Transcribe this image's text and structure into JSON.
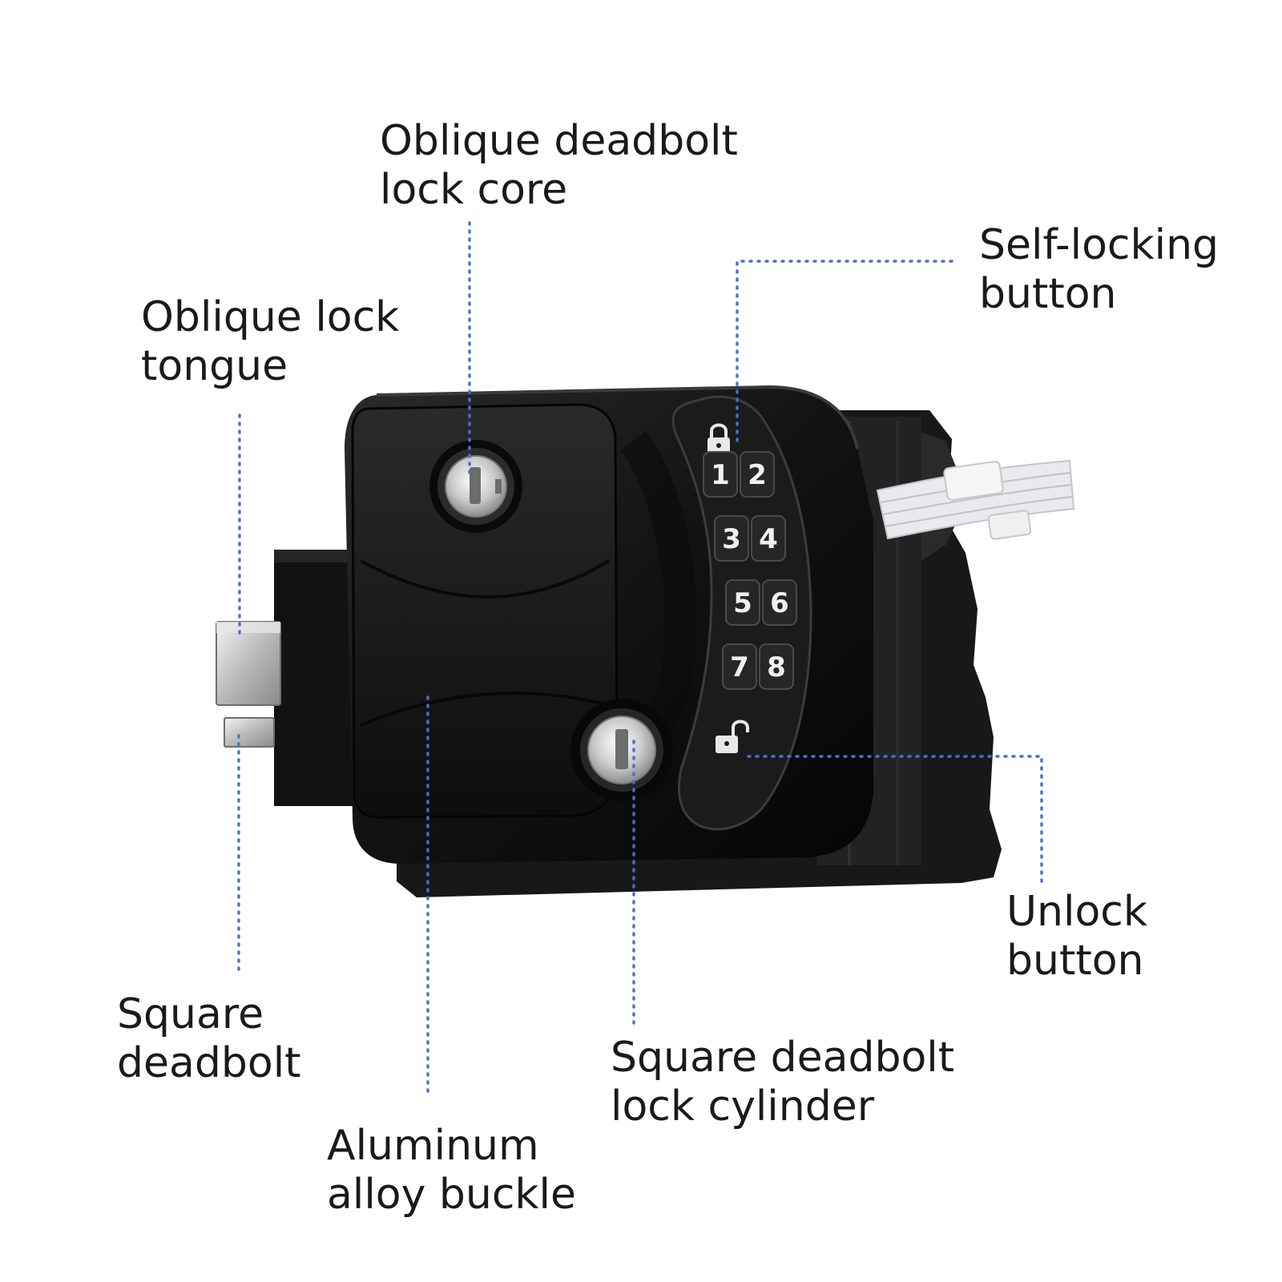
{
  "callouts": [
    {
      "id": "oblique-deadbolt-lock-core",
      "lines": [
        "Oblique deadbolt",
        "lock core"
      ]
    },
    {
      "id": "self-locking-button",
      "lines": [
        "Self-locking",
        "button"
      ]
    },
    {
      "id": "oblique-lock-tongue",
      "lines": [
        "Oblique lock",
        "tongue"
      ]
    },
    {
      "id": "unlock-button",
      "lines": [
        "Unlock",
        "button"
      ]
    },
    {
      "id": "square-deadbolt",
      "lines": [
        "Square",
        "deadbolt"
      ]
    },
    {
      "id": "square-deadbolt-lock-cylinder",
      "lines": [
        "Square deadbolt",
        "lock cylinder"
      ]
    },
    {
      "id": "aluminum-alloy-buckle",
      "lines": [
        "Aluminum",
        "alloy buckle"
      ]
    }
  ],
  "keypad": {
    "keys": [
      [
        "1",
        "2"
      ],
      [
        "3",
        "4"
      ],
      [
        "5",
        "6"
      ],
      [
        "7",
        "8"
      ]
    ],
    "lock_icon": "lock-closed-icon",
    "unlock_icon": "lock-open-icon"
  },
  "colors": {
    "leader_line": "#4a6fd0",
    "lock_body": "#141414",
    "text": "#1a1a1a"
  }
}
